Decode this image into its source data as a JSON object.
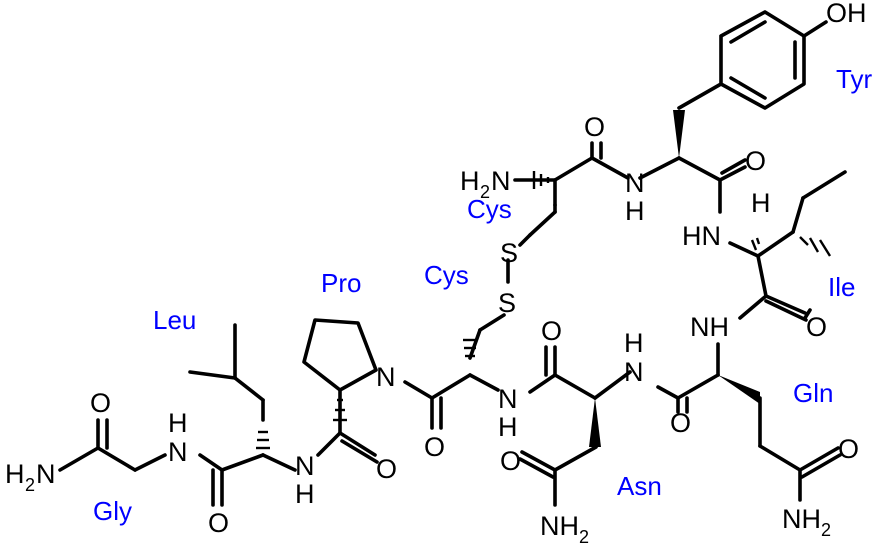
{
  "residue_labels": {
    "tyr": "Tyr",
    "cys1": "Cys",
    "cys2": "Cys",
    "ile": "Ile",
    "pro": "Pro",
    "leu": "Leu",
    "gln": "Gln",
    "asn": "Asn",
    "gly": "Gly"
  },
  "atoms": {
    "oh": "OH",
    "o": "O",
    "n": "N",
    "h": "H",
    "s": "S",
    "hn": "HN",
    "nh": "NH",
    "h2n_h": "H",
    "h2n_sub": "2",
    "h2n_n": "N",
    "nh2_nh": "NH",
    "nh2_sub": "2"
  },
  "colors": {
    "residue_label": "#0000ff",
    "atom": "#000000"
  }
}
